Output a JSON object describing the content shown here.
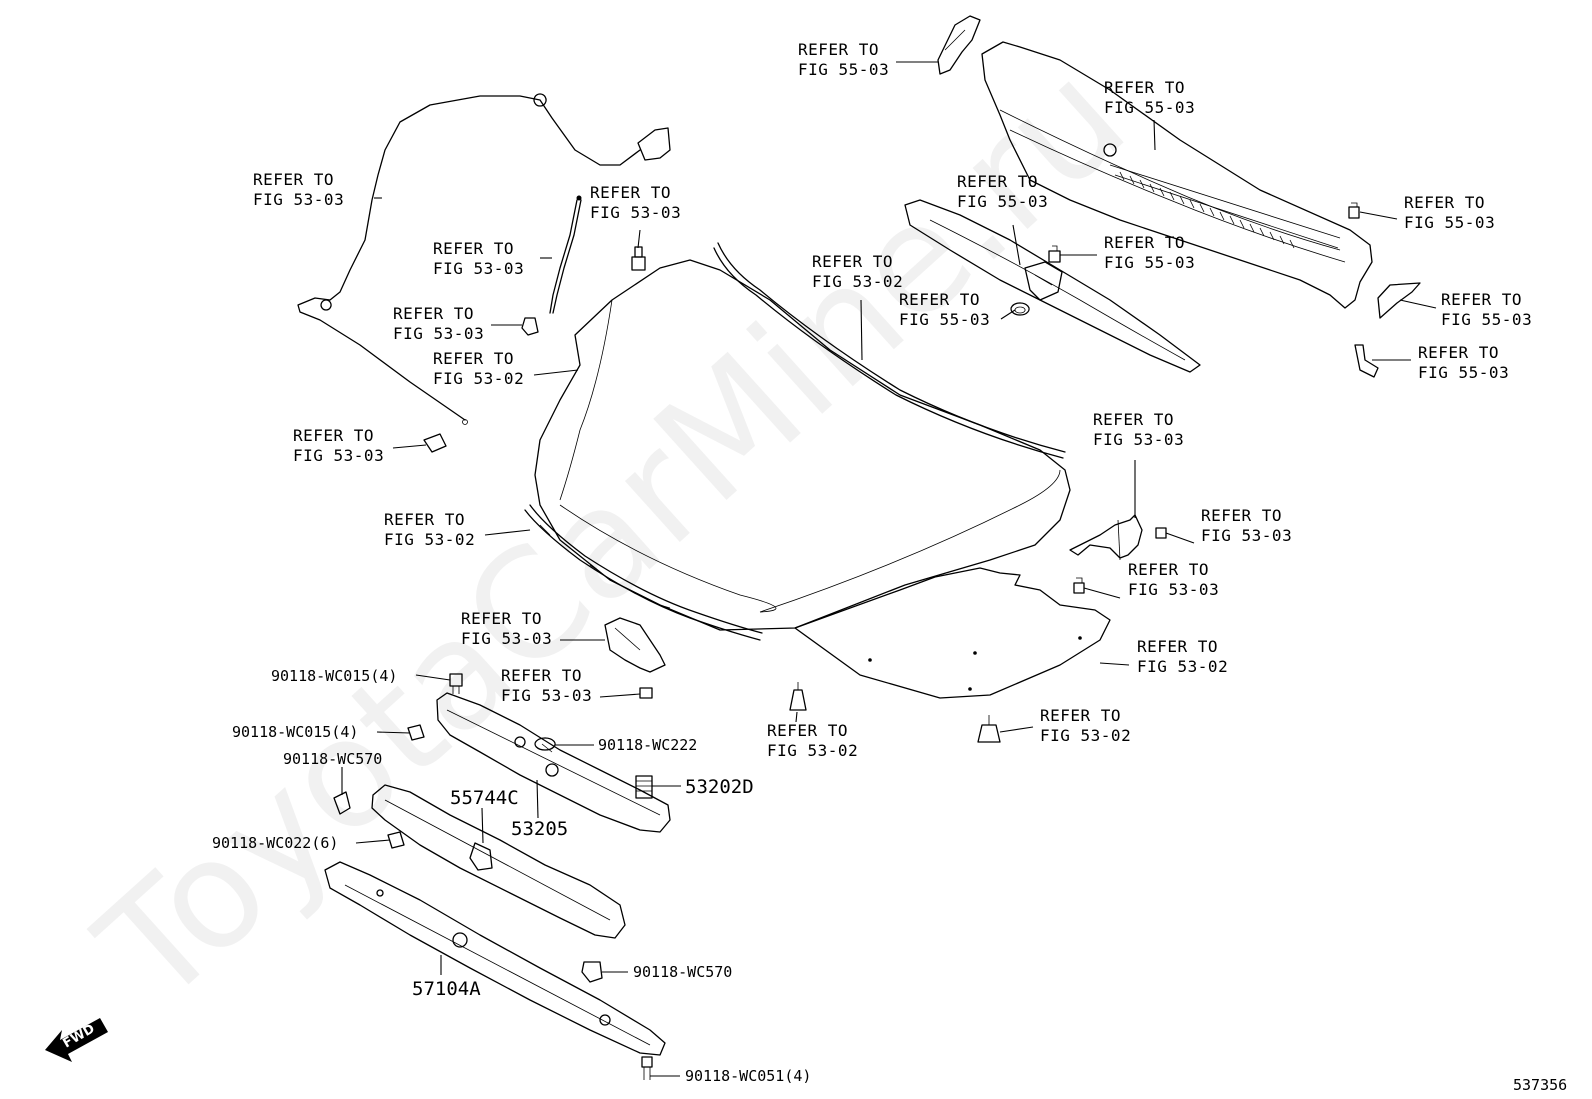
{
  "watermark": "ToyotaCarMine.ru",
  "illustration_number": "537356",
  "direction_marker": "FWD",
  "refer_labels": [
    {
      "line1": "REFER TO",
      "line2": "FIG 55-03"
    },
    {
      "line1": "REFER TO",
      "line2": "FIG 55-03"
    },
    {
      "line1": "REFER TO",
      "line2": "FIG 53-03"
    },
    {
      "line1": "REFER TO",
      "line2": "FIG 53-03"
    },
    {
      "line1": "REFER TO",
      "line2": "FIG 53-03"
    },
    {
      "line1": "REFER TO",
      "line2": "FIG 53-03"
    },
    {
      "line1": "REFER TO",
      "line2": "FIG 53-02"
    },
    {
      "line1": "REFER TO",
      "line2": "FIG 53-03"
    },
    {
      "line1": "REFER TO",
      "line2": "FIG 55-03"
    },
    {
      "line1": "REFER TO",
      "line2": "FIG 55-03"
    },
    {
      "line1": "REFER TO",
      "line2": "FIG 55-03"
    },
    {
      "line1": "REFER TO",
      "line2": "FIG 53-02"
    },
    {
      "line1": "REFER TO",
      "line2": "FIG 55-03"
    },
    {
      "line1": "REFER TO",
      "line2": "FIG 55-03"
    },
    {
      "line1": "REFER TO",
      "line2": "FIG 55-03"
    },
    {
      "line1": "REFER TO",
      "line2": "FIG 53-03"
    },
    {
      "line1": "REFER TO",
      "line2": "FIG 53-03"
    },
    {
      "line1": "REFER TO",
      "line2": "FIG 53-03"
    },
    {
      "line1": "REFER TO",
      "line2": "FIG 53-02"
    },
    {
      "line1": "REFER TO",
      "line2": "FIG 53-03"
    },
    {
      "line1": "REFER TO",
      "line2": "FIG 53-03"
    },
    {
      "line1": "REFER TO",
      "line2": "FIG 53-02"
    },
    {
      "line1": "REFER TO",
      "line2": "FIG 53-02"
    },
    {
      "line1": "REFER TO",
      "line2": "FIG 53-02"
    }
  ],
  "part_numbers": [
    "90118-WC015(4)",
    "90118-WC015(4)",
    "90118-WC570",
    "90118-WC222",
    "53202D",
    "55744C",
    "53205",
    "90118-WC022(6)",
    "57104A",
    "90118-WC570",
    "90118-WC051(4)"
  ]
}
